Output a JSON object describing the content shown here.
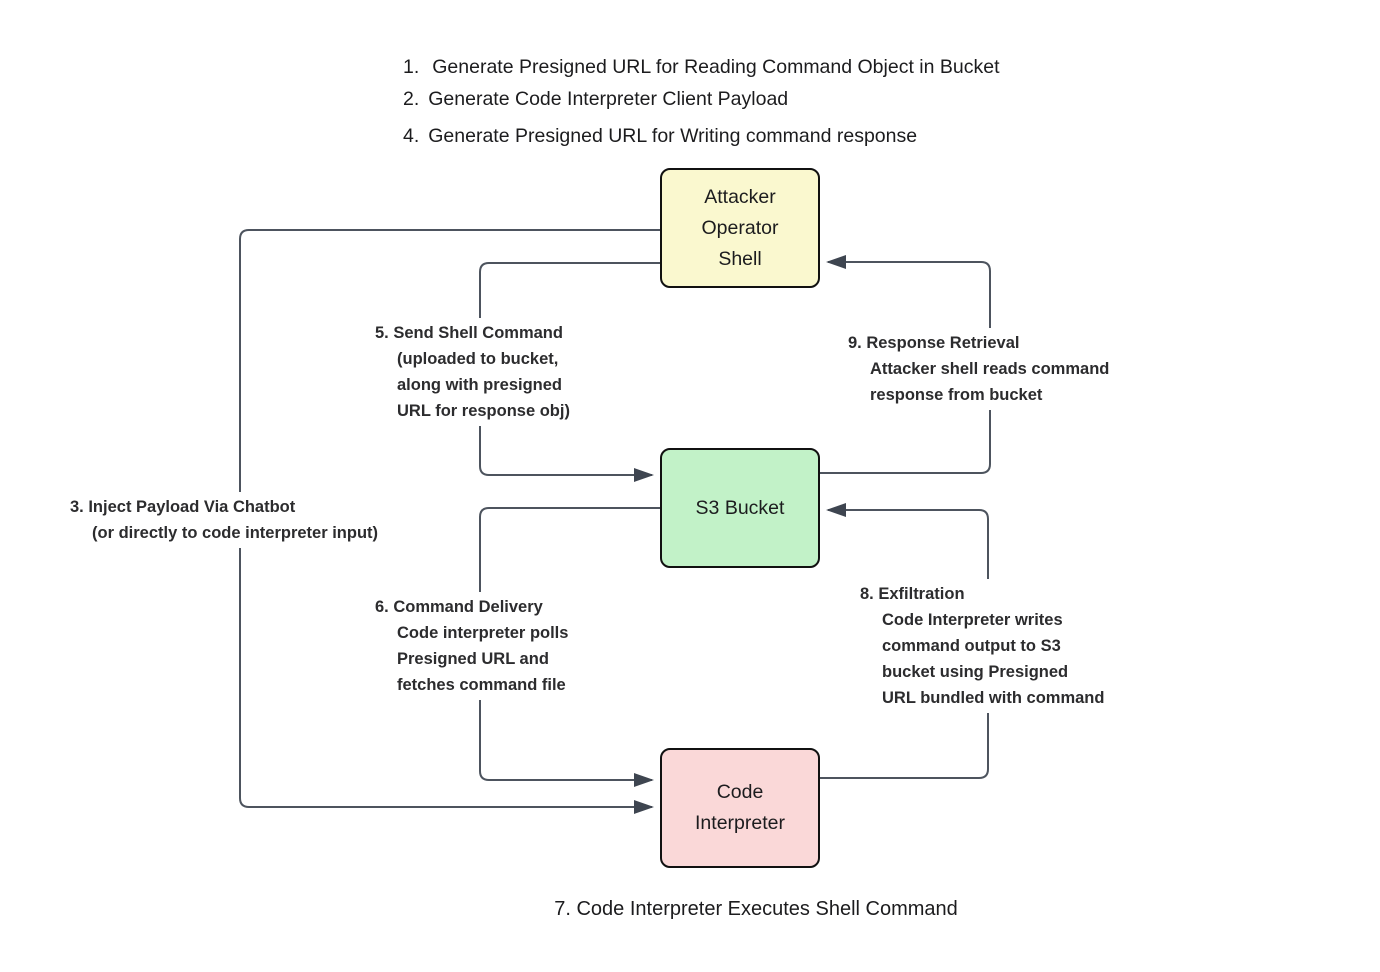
{
  "colors": {
    "background": "#ffffff",
    "attacker_box_fill": "#FAF8CF",
    "s3_box_fill": "#C2F2C8",
    "code_box_fill": "#FAD8D8",
    "box_border": "#111111",
    "connector_line": "#4D545E",
    "arrowhead": "#3E4550",
    "text": "#1C1C1E"
  },
  "top_steps": [
    {
      "num": "1.",
      "text": "Generate Presigned URL for Reading Command Object in Bucket"
    },
    {
      "num": "2.",
      "text": "Generate Code Interpreter Client Payload"
    },
    {
      "num": "4.",
      "text": "Generate Presigned URL for Writing command response"
    }
  ],
  "nodes": {
    "attacker_operator_shell": {
      "lines": [
        "Attacker",
        "Operator",
        "Shell"
      ]
    },
    "s3_bucket": {
      "lines": [
        "S3 Bucket"
      ]
    },
    "code_interpreter": {
      "lines": [
        "Code",
        "Interpreter"
      ]
    }
  },
  "edge_labels": {
    "step5": {
      "lines": [
        "5. Send Shell Command",
        "(uploaded to bucket,",
        "along with presigned",
        "URL for response obj)"
      ]
    },
    "step9": {
      "lines": [
        "9. Response Retrieval",
        "Attacker shell reads command",
        "response from bucket"
      ]
    },
    "step3": {
      "lines": [
        "3. Inject Payload Via Chatbot",
        "(or directly to code interpreter input)"
      ]
    },
    "step6": {
      "lines": [
        "6. Command Delivery",
        "Code interpreter polls",
        "Presigned URL and",
        "fetches command file"
      ]
    },
    "step8": {
      "lines": [
        "8. Exfiltration",
        "Code Interpreter writes",
        "command output to S3",
        "bucket using Presigned",
        "URL bundled with command"
      ]
    }
  },
  "bottom_step": {
    "text": "7. Code Interpreter Executes Shell Command"
  }
}
